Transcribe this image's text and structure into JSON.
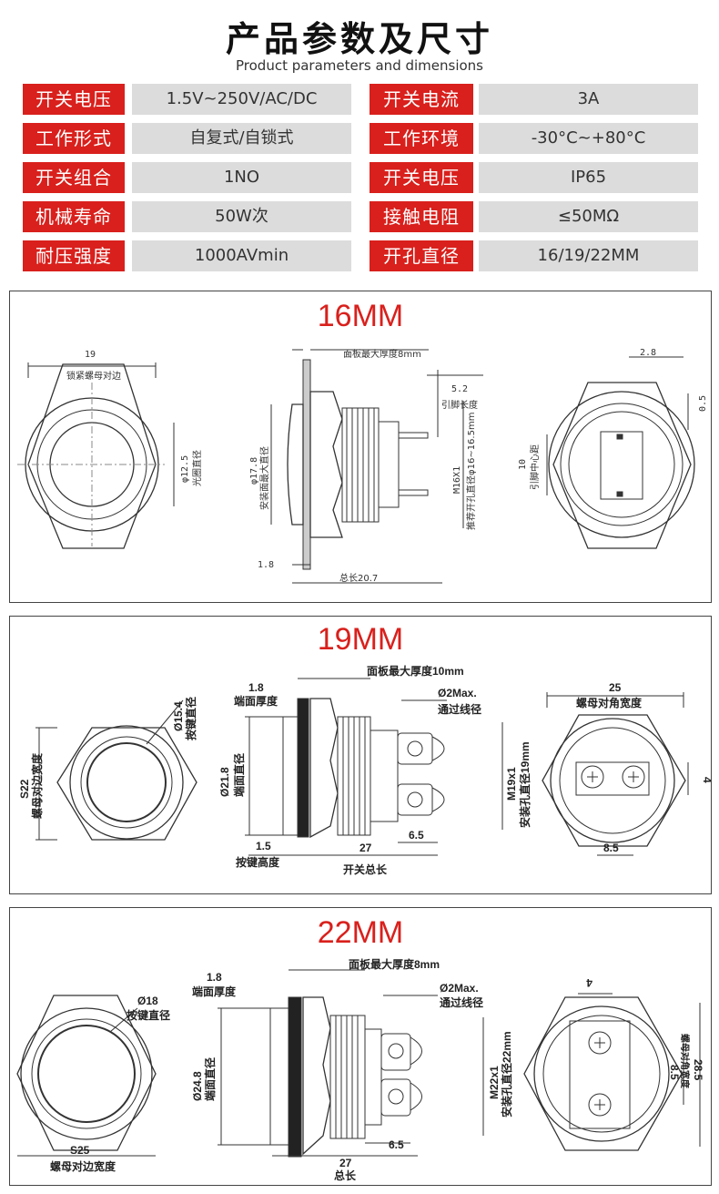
{
  "header": {
    "title": "产品参数及尺寸",
    "subtitle": "Product parameters and dimensions"
  },
  "params": [
    {
      "label1": "开关电压",
      "value1": "1.5V~250V/AC/DC",
      "label2": "开关电流",
      "value2": "3A"
    },
    {
      "label1": "工作形式",
      "value1": "自复式/自锁式",
      "label2": "工作环境",
      "value2": "-30°C~+80°C"
    },
    {
      "label1": "开关组合",
      "value1": "1NO",
      "label2": "开关电压",
      "value2": "IP65"
    },
    {
      "label1": "机械寿命",
      "value1": "50W次",
      "label2": "接触电阻",
      "value2": "≤50MΩ"
    },
    {
      "label1": "耐压强度",
      "value1": "1000AVmin",
      "label2": "开孔直径",
      "value2": "16/19/22MM"
    }
  ],
  "colors": {
    "accent": "#d9201c",
    "cell_bg": "#dcdcdc",
    "line": "#333333"
  },
  "panels": {
    "p16": {
      "title": "16MM",
      "hex_width": "19",
      "hex_width_label": "锁紧螺母对边",
      "ring_dia": "φ12.5",
      "ring_dia_label": "光圈直径",
      "panel_thick": "面板最大厚度8mm",
      "face_dia": "φ17.8",
      "face_dia_label": "安装面最大直径",
      "thread": "M16X1",
      "hole_label": "推荐开孔直径φ16~16.5mm",
      "pin_len": "5.2",
      "pin_len_label": "引脚长度",
      "face_thick": "1.8",
      "total_len": "总长20.7",
      "pin_w": "2.8",
      "pin_t": "0.5",
      "pin_pitch": "10",
      "pin_pitch_label": "引脚中心距"
    },
    "p19": {
      "title": "19MM",
      "btn_dia": "Ø15.4",
      "btn_dia_label": "按键直径",
      "hex_width": "S22",
      "hex_width_label": "螺母对边宽度",
      "face_thick": "1.8",
      "face_thick_label": "端面厚度",
      "panel_thick": "面板最大厚度10mm",
      "wire": "Ø2Max.",
      "wire_label": "通过线径",
      "face_dia": "Ø21.8",
      "face_dia_label": "端面直径",
      "thread": "M19x1",
      "hole_label": "安装孔直径19mm",
      "btn_h": "1.5",
      "btn_h_label": "按键高度",
      "term_len": "6.5",
      "total_len": "27",
      "total_len_label": "开关总长",
      "hex_corner": "25",
      "hex_corner_label": "螺母对角宽度",
      "term_w": "4",
      "term_pitch": "8.5"
    },
    "p22": {
      "title": "22MM",
      "btn_dia": "Ø18",
      "btn_dia_label": "按键直径",
      "hex_width": "S25",
      "hex_width_label": "螺母对边宽度",
      "face_thick": "1.8",
      "face_thick_label": "端面厚度",
      "panel_thick": "面板最大厚度8mm",
      "wire": "Ø2Max.",
      "wire_label": "通过线径",
      "face_dia": "Ø24.8",
      "face_dia_label": "端面直径",
      "thread": "M22x1",
      "hole_label": "安装孔直径22mm",
      "term_len": "6.5",
      "total_len": "27",
      "total_len_label": "总长",
      "term_w": "4",
      "term_pitch": "8.5",
      "hex_corner": "28.5",
      "hex_corner_label": "螺母对角宽度"
    }
  }
}
